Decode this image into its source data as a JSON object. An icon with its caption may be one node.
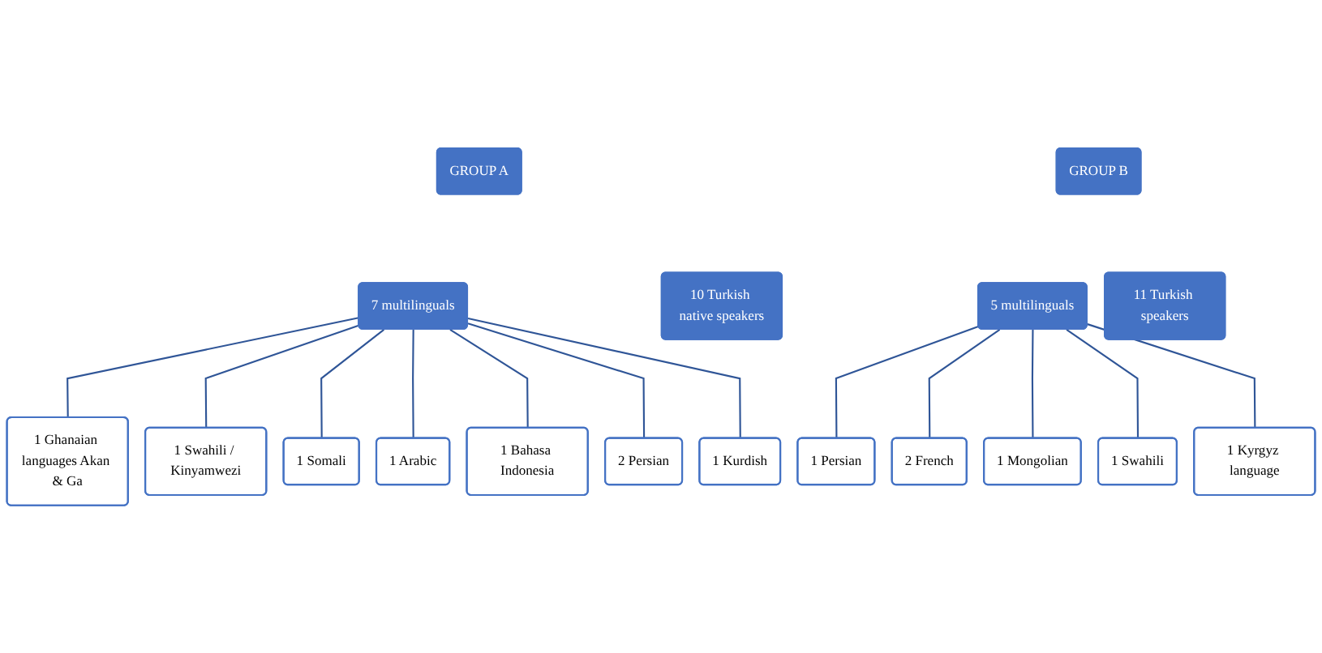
{
  "diagram": {
    "nodes": [
      {
        "text": [
          "GROUP A"
        ]
      },
      {
        "text": [
          "7 multilinguals"
        ]
      },
      {
        "text": [
          "10 Turkish native speakers"
        ]
      },
      {
        "text": [
          "1 Ghanaian languages Akan & Ga"
        ]
      },
      {
        "text": [
          "1 Kurdish"
        ]
      },
      {
        "text": [
          "1 Swahili / Kinyamwezi"
        ]
      },
      {
        "text": [
          "1 Somali"
        ]
      },
      {
        "text": [
          "1 Arabic"
        ]
      },
      {
        "text": [
          "1 Bahasa Indonesia"
        ]
      },
      {
        "text": [
          "2 Persian"
        ]
      },
      {
        "text": [
          "GROUP B"
        ]
      },
      {
        "text": [
          "5 multilinguals"
        ]
      },
      {
        "text": [
          "11 Turkish speakers"
        ]
      },
      {
        "text": [
          "1 Kyrgyz language"
        ]
      },
      {
        "text": [
          "1 Persian"
        ]
      },
      {
        "text": [
          "1 Swahili"
        ]
      },
      {
        "text": [
          "2 French"
        ]
      },
      {
        "text": [
          "1 Mongolian"
        ]
      }
    ],
    "edges": [
      {
        "from": 1,
        "to": 3,
        "arrow": "none"
      },
      {
        "from": 1,
        "to": 5,
        "arrow": "none"
      },
      {
        "from": 1,
        "to": 6,
        "arrow": "none"
      },
      {
        "from": 1,
        "to": 7,
        "arrow": "none"
      },
      {
        "from": 1,
        "to": 8,
        "arrow": "none"
      },
      {
        "from": 1,
        "to": 9,
        "arrow": "none"
      },
      {
        "from": 1,
        "to": 4,
        "arrow": "none"
      },
      {
        "from": 11,
        "to": 14,
        "arrow": "none"
      },
      {
        "from": 11,
        "to": 16,
        "arrow": "none"
      },
      {
        "from": 11,
        "to": 17,
        "arrow": "none"
      },
      {
        "from": 11,
        "to": 15,
        "arrow": "none"
      },
      {
        "from": 11,
        "to": 13,
        "arrow": "none"
      }
    ]
  }
}
